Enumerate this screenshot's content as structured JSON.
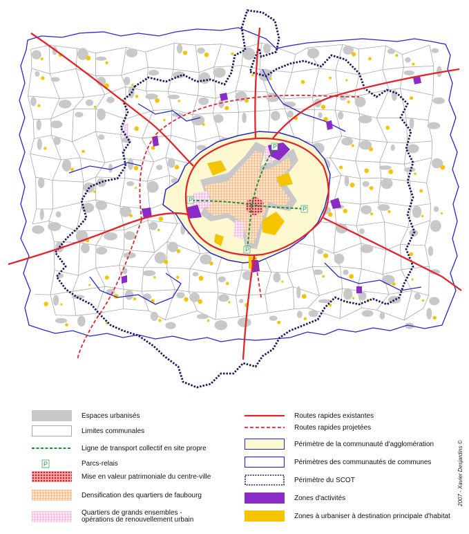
{
  "legend": {
    "left": [
      {
        "label": "Espaces urbanisés",
        "swatch": "urban"
      },
      {
        "label": "Limites communales",
        "swatch": "commune"
      },
      {
        "label": "Ligne de transport collectif en site propre",
        "swatch": "transit"
      },
      {
        "label": "Parcs-relais",
        "swatch": "park",
        "symbol": "P"
      },
      {
        "label": "Mise en valeur patrimoniale du centre-ville",
        "swatch": "heritage"
      },
      {
        "label": "Densification des quartiers de faubourg",
        "swatch": "densify"
      },
      {
        "label": "Quartiers de grands ensembles -",
        "label2": "opérations de renouvellement urbain",
        "swatch": "renewal"
      }
    ],
    "right": [
      {
        "label": "Routes rapides existantes",
        "swatch": "road"
      },
      {
        "label": "Routes rapides projetées",
        "swatch": "road-planned"
      },
      {
        "label": "Périmètre de la communauté d'agglomération",
        "swatch": "agglo"
      },
      {
        "label": "Périmètres des communautés de communes",
        "swatch": "cc"
      },
      {
        "label": "Périmètre du SCOT",
        "swatch": "scot"
      },
      {
        "label": "Zones d'activités",
        "swatch": "activity"
      },
      {
        "label": "Zones à urbaniser à destination principale d'habitat",
        "swatch": "housing"
      }
    ]
  },
  "credit": "2007 - Xavier Desjardins ©",
  "map": {
    "park_symbol": "P",
    "colors": {
      "urban": "#c8c8c8",
      "commune": "#a9a9a9",
      "transit": "#1d8f3c",
      "road": "#e0262b",
      "agglo_fill": "#fdf8cf",
      "cc": "#2626c8",
      "scot": "#1a1a5a",
      "activity": "#8a2bc8",
      "housing": "#f5c400",
      "heritage": "#d9262b",
      "densify": "#f0a868",
      "renewal": "#f2a8d8"
    }
  }
}
